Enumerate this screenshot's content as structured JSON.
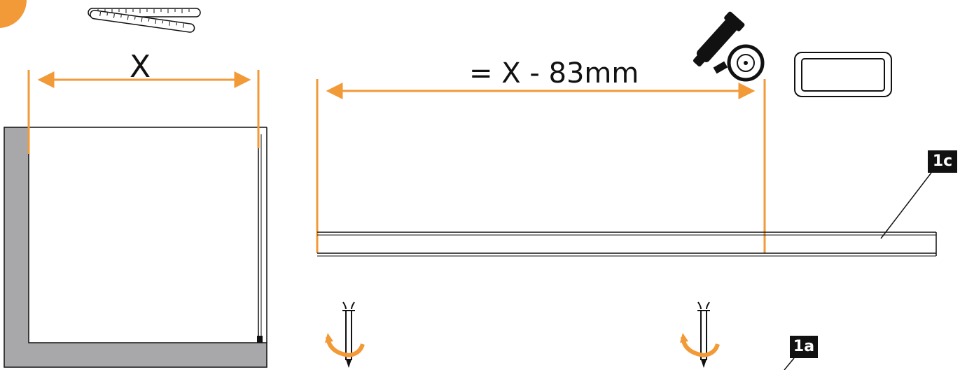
{
  "colors": {
    "accent": "#F29A38",
    "wall": "#A8A8AA",
    "ink": "#111111"
  },
  "labels": {
    "width_x": "X",
    "cut_length": "= X - 83mm"
  },
  "part_tags": {
    "profile": "1c",
    "base": "1a"
  },
  "icons": [
    "folding-ruler-icon",
    "angle-grinder-icon",
    "profile-cross-section-icon",
    "screw-anchor-icon"
  ]
}
